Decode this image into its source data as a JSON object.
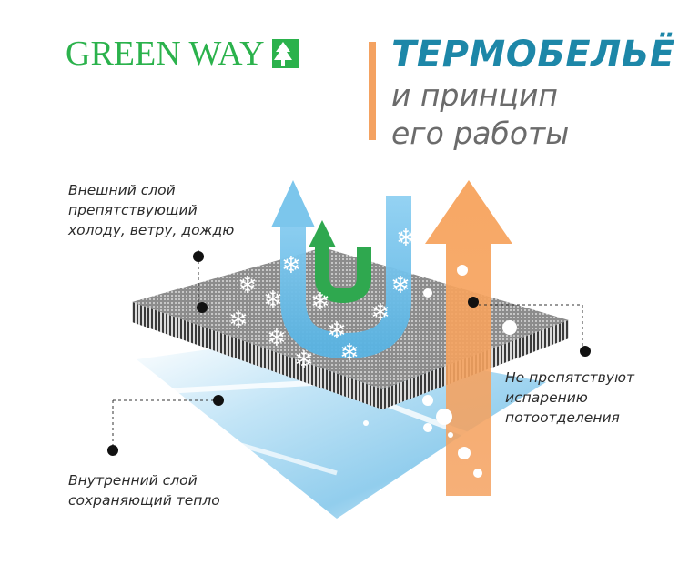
{
  "logo": {
    "text": "GREEN WAY",
    "icon": "tree-icon",
    "color": "#2bb24c"
  },
  "title": {
    "line1": "ТЕРМОБЕЛЬЁ",
    "line2": "и принцип",
    "line3": "его работы",
    "accent_color": "#1d87a8",
    "bar_color": "#f4a261"
  },
  "labels": {
    "outer_layer": [
      "Внешний слой",
      "препятствующий",
      "холоду, ветру, дождю"
    ],
    "evaporation": [
      "Не препятствуют",
      "испарению",
      "потоотделения"
    ],
    "inner_layer": [
      "Внутренний слой",
      "сохраняющий тепло"
    ]
  },
  "colors": {
    "cold_arrow": "#7cc6ec",
    "warm_arrow": "#2fa84f",
    "sweat_arrow": "#f7a35c",
    "fabric": "#8a8a8a",
    "inner_fabric": "#a9d8f2"
  },
  "icons": [
    "snowflake-icon",
    "bubble-icon"
  ]
}
